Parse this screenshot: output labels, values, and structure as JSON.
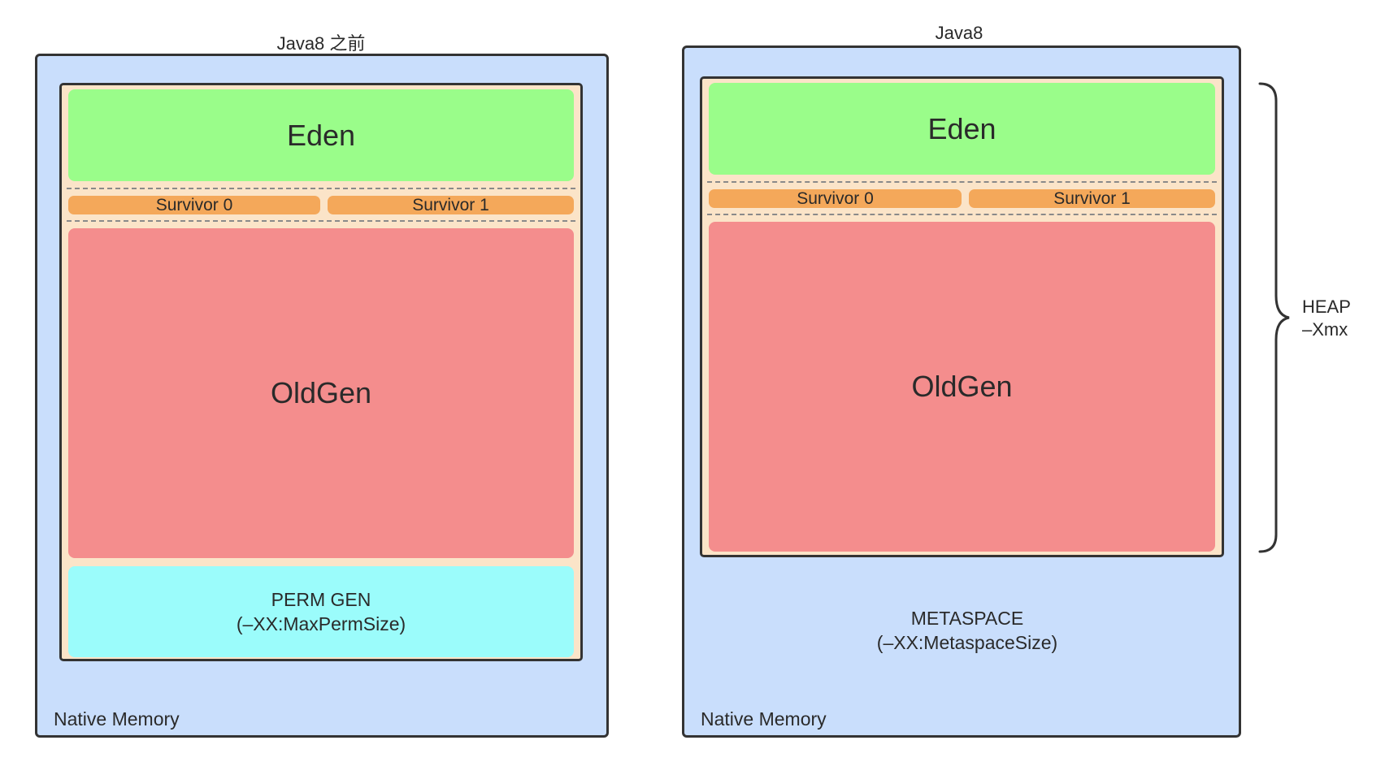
{
  "left": {
    "title": "Java8 之前",
    "eden": "Eden",
    "survivor0": "Survivor 0",
    "survivor1": "Survivor 1",
    "oldgen": "OldGen",
    "perm_line1": "PERM GEN",
    "perm_line2": "(–XX:MaxPermSize)",
    "native": "Native Memory"
  },
  "right": {
    "title": "Java8",
    "eden": "Eden",
    "survivor0": "Survivor 0",
    "survivor1": "Survivor 1",
    "oldgen": "OldGen",
    "meta_line1": "METASPACE",
    "meta_line2": "(–XX:MetaspaceSize)",
    "native": "Native Memory"
  },
  "heap_label": {
    "line1": "HEAP",
    "line2": "–Xmx"
  },
  "colors": {
    "native": "#c9defc",
    "heap": "#fbe4c8",
    "eden": "#9afd8a",
    "survivor": "#f4a85a",
    "oldgen": "#f48d8d",
    "permgen": "#9bfcfb"
  }
}
